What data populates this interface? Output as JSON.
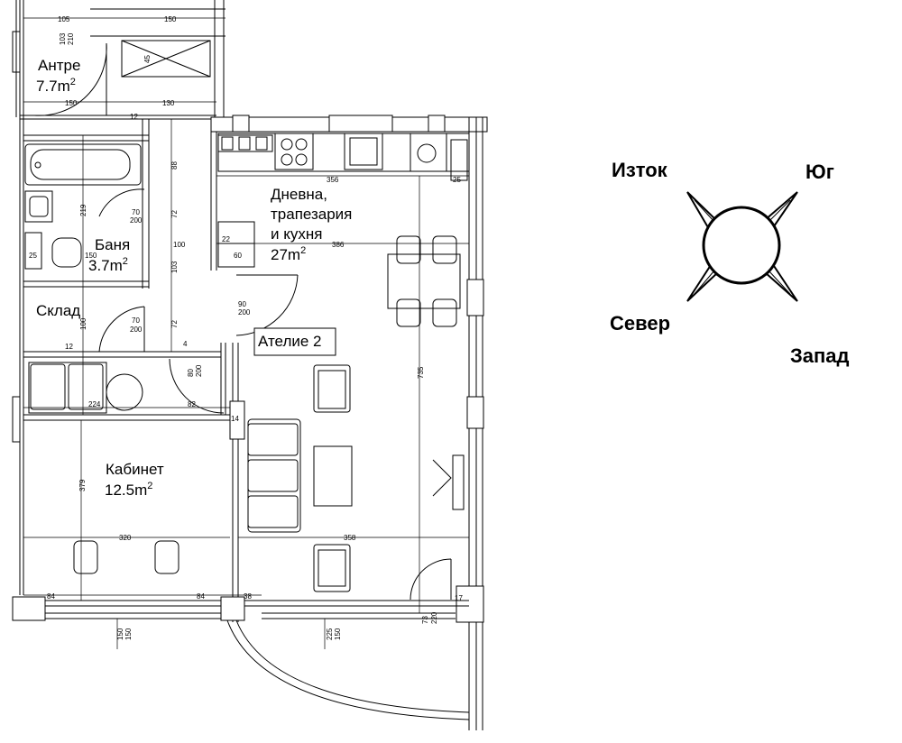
{
  "rooms": {
    "antre": {
      "name": "Антре",
      "area": "7.7m",
      "sup": "2"
    },
    "living": {
      "line1": "Дневна,",
      "line2": "трапезария",
      "line3": "и кухня",
      "area": "27m",
      "sup": "2"
    },
    "bath": {
      "name": "Баня",
      "area": "3.7m",
      "sup": "2"
    },
    "storage": {
      "name": "Склад"
    },
    "atelier": {
      "name": "Ателие 2"
    },
    "office": {
      "name": "Кабинет",
      "area": "12.5m",
      "sup": "2"
    }
  },
  "dimensions": {
    "d105": "105",
    "d150top": "150",
    "d103": "103",
    "d210": "210",
    "d45": "45",
    "d150a": "150",
    "d12a": "12",
    "d130": "130",
    "d356": "356",
    "d25": "25",
    "d88": "88",
    "d219": "219",
    "d70a": "70",
    "d200a": "200",
    "d72a": "72",
    "d100": "100",
    "d386": "386",
    "d22": "22",
    "d60": "60",
    "d25b": "25",
    "d150b": "150",
    "d103b": "103",
    "d90": "90",
    "d200b": "200",
    "d72b": "72",
    "d70b": "70",
    "d200c": "200",
    "d100b": "100",
    "d12b": "12",
    "d4": "4",
    "d80": "80",
    "d200d": "200",
    "d224": "224",
    "d82": "82",
    "d14": "14",
    "d735": "735",
    "d379": "379",
    "d320": "320",
    "d358": "358",
    "d84a": "84",
    "d84b": "84",
    "d38": "38",
    "d17": "17",
    "d73": "73",
    "d220": "220",
    "d150c": "150",
    "d150d": "150",
    "d225": "225",
    "d150e": "150"
  },
  "compass": {
    "east": "Изток",
    "south": "Юг",
    "north": "Север",
    "west": "Запад"
  }
}
